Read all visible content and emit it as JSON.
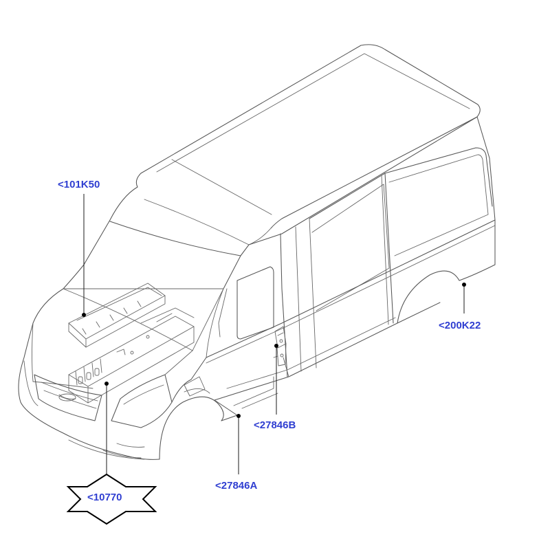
{
  "callouts": {
    "c101K50": {
      "label": "<101K50"
    },
    "c200K22": {
      "label": "<200K22"
    },
    "c27846B": {
      "label": "<27846B"
    },
    "c27846A": {
      "label": "<27846A"
    },
    "c10770": {
      "label": "<10770"
    }
  },
  "colors": {
    "callout_text": "#2f3ed1",
    "line_art": "#555555",
    "leader": "#1a1a1a"
  }
}
